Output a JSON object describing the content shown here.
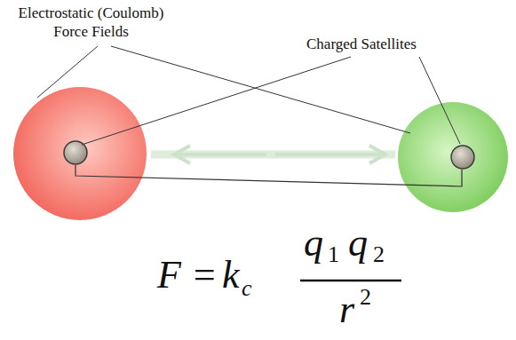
{
  "diagram": {
    "labels": [
      "Electrostatic (Coulomb) Force Fields",
      "Charged Satellites",
      "F =",
      "k",
      "c",
      "q",
      "1",
      "q",
      "2",
      "r",
      "2"
    ]
  }
}
